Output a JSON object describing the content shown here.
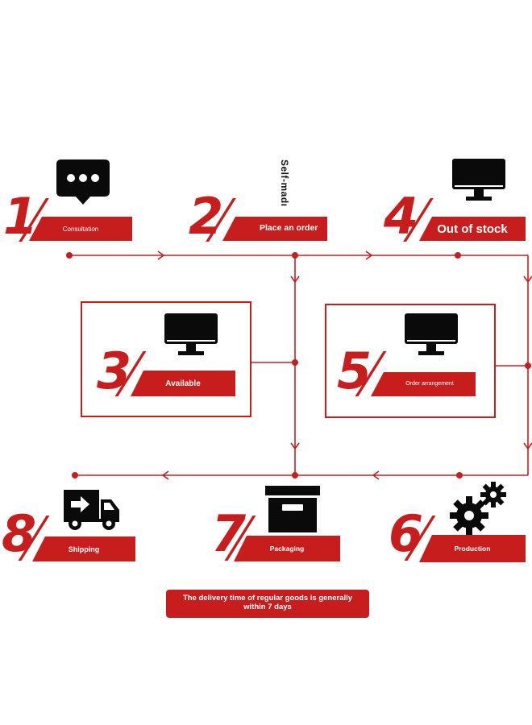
{
  "steps": [
    {
      "number": "1",
      "label": "Consultation",
      "icon": "chat-bubble-icon"
    },
    {
      "number": "2",
      "label": "Place an order",
      "icon": "self-made-text"
    },
    {
      "number": "3",
      "label": "Available",
      "icon": "monitor-icon"
    },
    {
      "number": "4",
      "label": "Out of stock",
      "icon": "monitor-icon"
    },
    {
      "number": "5",
      "label": "Order arrangement",
      "icon": "monitor-icon"
    },
    {
      "number": "6",
      "label": "Production",
      "icon": "gears-icon"
    },
    {
      "number": "7",
      "label": "Packaging",
      "icon": "box-icon"
    },
    {
      "number": "8",
      "label": "Shipping",
      "icon": "truck-icon"
    }
  ],
  "self_made_text": "Self-madı",
  "note": "The delivery time of regular goods is generally within 7 days",
  "colors": {
    "accent": "#c81d1d",
    "icon": "#0a0a0a"
  }
}
